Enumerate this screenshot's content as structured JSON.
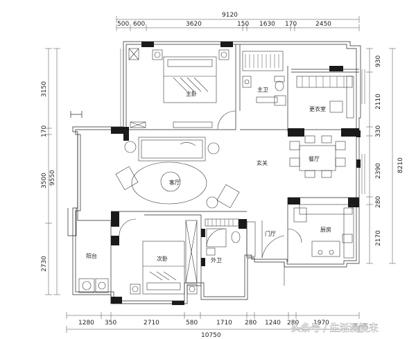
{
  "top_dims": {
    "total": "9120",
    "segments": [
      "500",
      "600",
      "3620",
      "150",
      "1630",
      "170",
      "2450"
    ]
  },
  "bottom_dims": {
    "total": "10750",
    "segments": [
      "1280",
      "350",
      "2710",
      "580",
      "1710",
      "280",
      "1240",
      "280",
      "1970"
    ]
  },
  "left_dims": {
    "total": "9550",
    "segments": [
      "3150",
      "170",
      "3500",
      "2730"
    ]
  },
  "right_dims": {
    "total": "8210",
    "segments": [
      "930",
      "2110",
      "330",
      "2390",
      "280",
      "2170"
    ]
  },
  "rooms": {
    "master_bedroom": "主卧",
    "master_bath": "主卫",
    "walk_in_closet": "更衣室",
    "foyer": "玄关",
    "dining": "餐厅",
    "living": "客厅",
    "entry_hall": "门厅",
    "kitchen": "厨房",
    "balcony": "阳台",
    "second_bedroom": "次卧",
    "guest_bath": "外卫"
  },
  "watermark": "头条号 / 生活漫慢来"
}
